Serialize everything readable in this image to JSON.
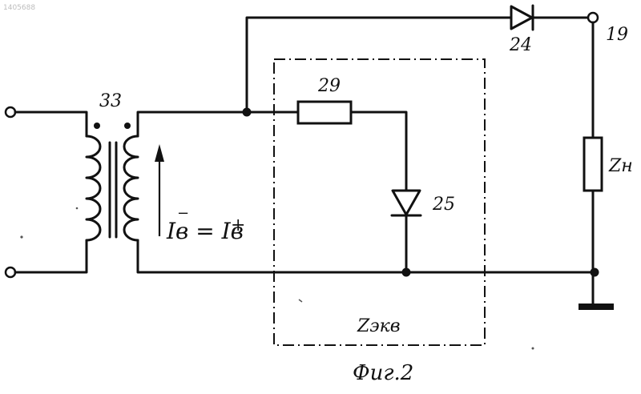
{
  "doc_number": "1405688",
  "figure_caption": "Фиг.2",
  "labels": {
    "transformer": "33",
    "resistor": "29",
    "diode_out": "24",
    "diode_in": "25",
    "terminal": "19",
    "load": "Zн",
    "equiv": "Zэкв",
    "current_eq_main": "Iв = Iв",
    "current_eq_plus": "+"
  },
  "colors": {
    "ink": "#111111",
    "paper": "#ffffff",
    "faint": "#bdbdbd"
  }
}
